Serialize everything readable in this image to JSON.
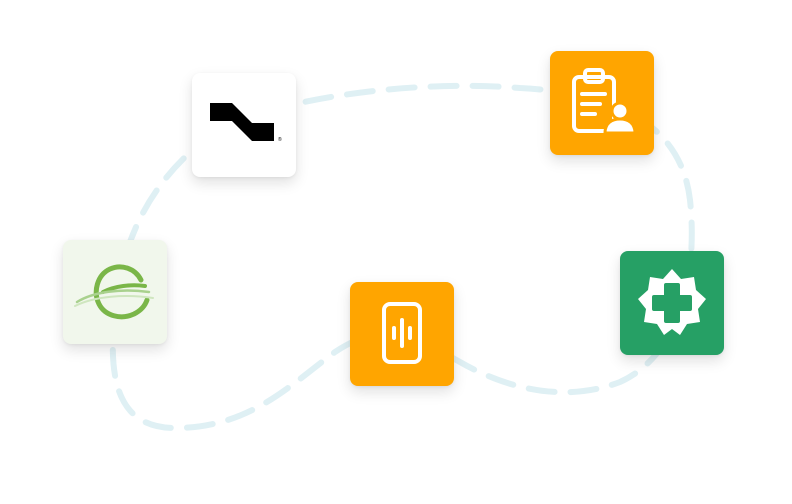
{
  "colors": {
    "background": "#ffffff",
    "path": "#dff0f4",
    "orange": "#ffa500",
    "green": "#26a065",
    "light_green_bg": "#f1f7ec",
    "earth_green": "#7ab648",
    "white_tile": "#ffffff",
    "nuance_black": "#000000"
  },
  "tiles": [
    {
      "name": "nuance-logo-tile",
      "icon": "nuance-logo",
      "bg": "#ffffff",
      "registered_mark": "®"
    },
    {
      "name": "clipboard-user-tile",
      "icon": "clipboard-user-icon",
      "bg": "#ffa500"
    },
    {
      "name": "earth-logo-tile",
      "icon": "earth-orbit-logo",
      "bg": "#f1f7ec"
    },
    {
      "name": "voice-phone-tile",
      "icon": "phone-voice-icon",
      "bg": "#ffa500"
    },
    {
      "name": "health-cross-tile",
      "icon": "medical-cross-badge-icon",
      "bg": "#26a065"
    }
  ]
}
